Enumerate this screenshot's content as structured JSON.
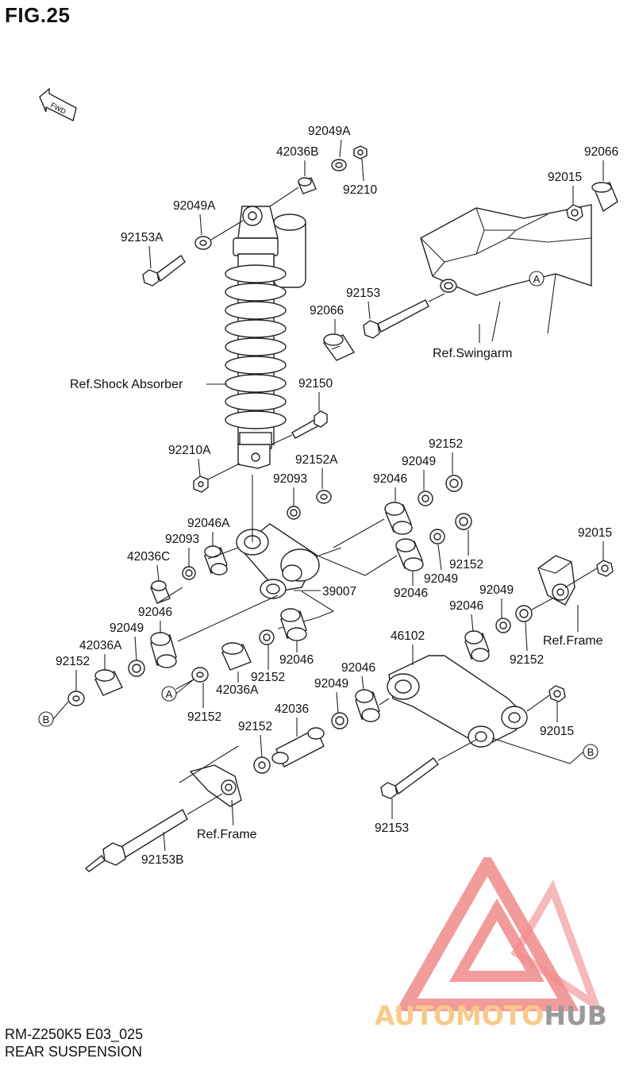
{
  "figure": {
    "title": "FIG.25",
    "fwd_label": "FWD"
  },
  "caption": {
    "line1": "RM-Z250K5 E03_025",
    "line2": "REAR SUSPENSION"
  },
  "watermark": {
    "text_part1": "AUTOMOTO",
    "text_part2": "HUB",
    "color_primary": "#f08a8a",
    "color_text": "#f7c98a",
    "color_text2": "#9a9a9a"
  },
  "references": {
    "shock_absorber": "Ref.Shock Absorber",
    "swingarm": "Ref.Swingarm",
    "frame_right": "Ref.Frame",
    "frame_bottom": "Ref.Frame",
    "marker_a": "A",
    "marker_b": "B"
  },
  "labels": {
    "l01": "92049A",
    "l02": "42036B",
    "l03": "92210",
    "l04": "92066",
    "l05": "92015",
    "l06": "92049A",
    "l07": "92153A",
    "l08": "92153",
    "l09": "92066",
    "l10": "92150",
    "l11": "92210A",
    "l12": "92152A",
    "l13": "92152",
    "l14": "92093",
    "l15": "92049",
    "l16": "92046",
    "l17": "92046A",
    "l18": "92093",
    "l19": "42036C",
    "l20": "92152",
    "l21": "92049",
    "l22": "92015",
    "l23": "39007",
    "l24": "92046",
    "l25": "92046",
    "l26": "92049",
    "l27": "92046",
    "l28": "42036A",
    "l29": "92152",
    "l30": "92046",
    "l31": "92049",
    "l32": "42036A",
    "l33": "92152",
    "l34": "46102",
    "l35": "92046",
    "l36": "92049",
    "l37": "92152",
    "l38": "92152",
    "l39": "42036",
    "l40": "92015",
    "l41": "92153",
    "l42": "92153B"
  }
}
